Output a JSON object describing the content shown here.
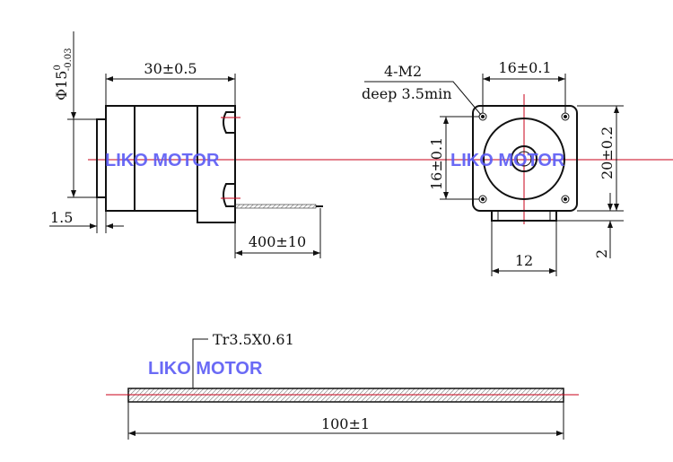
{
  "side_view": {
    "length_dim": "30±0.5",
    "diameter_dim": "Φ15",
    "diameter_tol_upper": "0",
    "diameter_tol_lower": "-0.03",
    "boss_dim": "1.5",
    "lead_dim": "400±10"
  },
  "front_view": {
    "hole_label": "4-M2",
    "hole_depth": "deep 3.5min",
    "hole_spacing_h": "16±0.1",
    "hole_spacing_v": "16±0.1",
    "flange_dim": "20±0.2",
    "connector_dim": "12",
    "connector_height": "2"
  },
  "screw_view": {
    "thread_label": "Tr3.5X0.61",
    "length_dim": "100±1"
  },
  "watermark": "LIKO MOTOR",
  "colors": {
    "centerline": "#c8001a",
    "watermark": "#5a5af5"
  }
}
